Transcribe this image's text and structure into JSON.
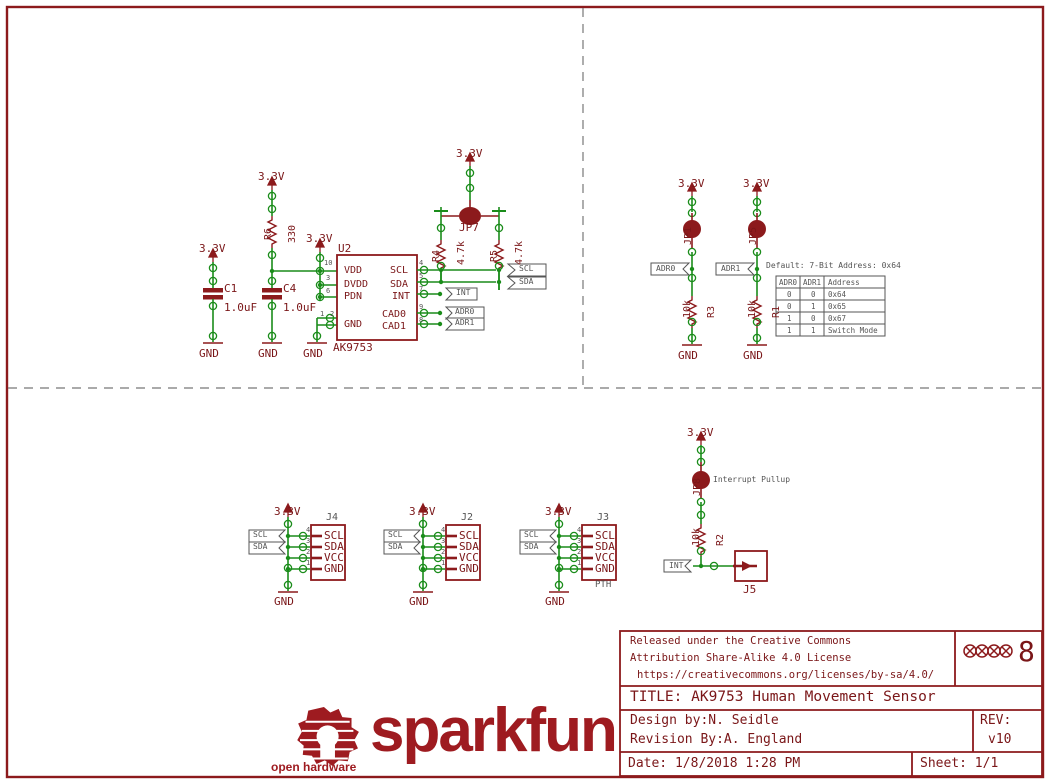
{
  "sheet": {
    "border_color": "#8c1a1c",
    "wire_color": "#1a8c1a",
    "symbol_color": "#8c1a1c",
    "gray": "#555555"
  },
  "title_block": {
    "license_line1": "Released under the Creative Commons",
    "license_line2": "Attribution Share-Alike 4.0 License",
    "license_line3": "https://creativecommons.org/licenses/by-sa/4.0/",
    "cc_badge_icon": "creative-commons-badge-icon",
    "sheet_number": "8",
    "title_prefix": "TITLE:",
    "title": "AK9753 Human Movement Sensor",
    "design_by_label": "Design by:",
    "design_by": "N. Seidle",
    "revision_by_label": "Revision By:",
    "revision_by": "A. England",
    "rev_label": "REV:",
    "rev_value": "v10",
    "date_label": "Date:",
    "date_value": "1/8/2018 1:28 PM",
    "sheet_label": "Sheet:",
    "sheet_value": "1/1"
  },
  "logo": {
    "wordmark": "sparkfun",
    "tagline": "open hardware",
    "gear_icon": "sparkfun-gear-icon",
    "color": "#9e1b20"
  },
  "u2": {
    "ref": "U2",
    "part": "AK9753",
    "pins_left": [
      {
        "num": "10",
        "name": "VDD"
      },
      {
        "num": "3",
        "name": "DVDD"
      },
      {
        "num": "6",
        "name": "PDN"
      },
      {
        "num": "1",
        "name": ""
      },
      {
        "num": "2",
        "name": "GND"
      }
    ],
    "pins_right": [
      {
        "num": "4",
        "name": "SCL"
      },
      {
        "num": "5",
        "name": "SDA"
      },
      {
        "num": "7",
        "name": "INT"
      },
      {
        "num": "9",
        "name": "CAD0"
      },
      {
        "num": "8",
        "name": "CAD1"
      }
    ]
  },
  "power": {
    "rail": "3.3V",
    "gnd": "GND"
  },
  "caps": [
    {
      "ref": "C1",
      "value": "1.0uF"
    },
    {
      "ref": "C4",
      "value": "1.0uF"
    }
  ],
  "resistors": [
    {
      "ref": "R6",
      "value": "330"
    },
    {
      "ref": "R4",
      "value": "4.7k"
    },
    {
      "ref": "R5",
      "value": "4.7k"
    },
    {
      "ref": "R3",
      "value": "10k"
    },
    {
      "ref": "R1",
      "value": "10k"
    },
    {
      "ref": "R2",
      "value": "10k"
    }
  ],
  "jumpers": [
    {
      "ref": "JP7",
      "note": ""
    },
    {
      "ref": "JP1",
      "note": ""
    },
    {
      "ref": "JP5",
      "note": ""
    },
    {
      "ref": "JP8",
      "note": "Interrupt Pullup"
    }
  ],
  "nets": {
    "scl": "SCL",
    "sda": "SDA",
    "int": "INT",
    "adr0": "ADR0",
    "adr1": "ADR1"
  },
  "address_table": {
    "caption": "Default: 7-Bit Address: 0x64",
    "headers": [
      "ADR0",
      "ADR1",
      "Address"
    ],
    "rows": [
      [
        "0",
        "0",
        "0x64"
      ],
      [
        "0",
        "1",
        "0x65"
      ],
      [
        "1",
        "0",
        "0x67"
      ],
      [
        "1",
        "1",
        "Switch Mode"
      ]
    ]
  },
  "connectors": [
    {
      "ref": "J4",
      "sub": "",
      "pins": [
        {
          "num": "4",
          "name": "SCL"
        },
        {
          "num": "3",
          "name": "SDA"
        },
        {
          "num": "2",
          "name": "VCC"
        },
        {
          "num": "1",
          "name": "GND"
        }
      ]
    },
    {
      "ref": "J2",
      "sub": "",
      "pins": [
        {
          "num": "4",
          "name": "SCL"
        },
        {
          "num": "3",
          "name": "SDA"
        },
        {
          "num": "2",
          "name": "VCC"
        },
        {
          "num": "1",
          "name": "GND"
        }
      ]
    },
    {
      "ref": "J3",
      "sub": "PTH",
      "pins": [
        {
          "num": "4",
          "name": "SCL"
        },
        {
          "num": "3",
          "name": "SDA"
        },
        {
          "num": "2",
          "name": "VCC"
        },
        {
          "num": "1",
          "name": "GND"
        }
      ]
    }
  ],
  "j5": {
    "ref": "J5"
  }
}
